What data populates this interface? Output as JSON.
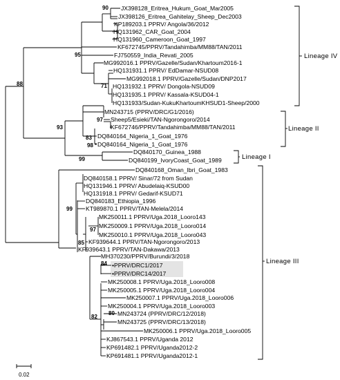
{
  "tips": [
    "JX398128_Eritrea_Hukum_Goat_Mar2005",
    "JX398126_Eritrea_Gahitelay_Sheep_Dec2003",
    "KP189203.1 PPRV/ Angola/36/2012",
    "HQ131962_CAR_Goat_2004",
    "HQ131960_Cameroon_Goat_1997",
    "KF672745/PPRV/Tandahimba/MM88/TAN/2011",
    "FJ750559_India_Revati_2005",
    "MG992016.1 PPRV/Gazelle/Sudan/Khartoum2016-1",
    "HQ131931.1 PPRV/ EdDamar-NSUD08",
    "MG992018.1 PPRV/Gazelle/Sudan/DNP2017",
    "HQ131932.1 PPRV/ Dongola-NSUD09",
    "HQ131935.1 PPRV/ Kassala-KSUD04-1",
    "HQ131933/Sudan-KukuKhartoumKHSUD1-Sheep/2000",
    "MN243715 (PPRV/DRC/G1/2016)",
    "Sheep5/Esieki/TAN-Ngorongoro/2014",
    "KF672746/PPRV/Tandahimba/MM88/TAN/2011",
    "DQ840164_Nigeria_1_Goat_1976",
    "DQ840164_Nigeria_1_Goat_1976",
    "DQ840170_Guinea_1988",
    "DQ840199_IvoryCoast_Goat_1989",
    "DQ840168_Oman_Ibri_Goat_1983",
    "DQ840158.1 PPRV/ Sinar/72 from Sudan",
    "HQ131946.1 PPRV/ Abudelaiq-KSUD00",
    "HQ131918.1 PPRV/ Gedarif-KSUD71",
    "DQ840183_Ethiopia_1996",
    "KT989870.1 PPRV/TAN-Melela/2014",
    "MK250011.1 PPRV/Uga.2018_Looro143",
    "MK250009.1 PPRV/Uga.2018_Looro014",
    "MK250010.1 PPRV/Uga.2018_Looro043",
    "KF939644.1 PPRV/TAN-Ngorongoro/2013",
    "KF939643.1 PPRV/TAN-Dakawa/2013",
    "MH370230/PPRV/Burundi/3/2018",
    "•PPRV/DRC1/2017",
    "•PPRV/DRC14/2017",
    "MK250008.1 PPRV/Uga.2018_Looro008",
    "MK250005.1 PPRV/Uga.2018_Looro004",
    "MK250007.1 PPRV/Uga.2018_Looro006",
    "MK250004.1 PPRV/Uga.2018_Looro003",
    "MN243724 (PPRV/DRC/12/2018)",
    "MN243725 (PPRV/DRC/13/2018)",
    "MK250006.1 PPRV/Uga.2018_Looro005",
    "KJ867543.1 PPRV/Uganda 2012",
    "KP691482.1 PPRV/Uganda2012-2",
    "KP691481.1 PPRV/Uganda2012-1"
  ],
  "bootstrap": [
    "90",
    "95",
    "88",
    "71",
    "93",
    "97",
    "83",
    "98",
    "99",
    "99",
    "97",
    "85",
    "84",
    "82",
    "80"
  ],
  "lineages": [
    "Lineage IV",
    "Lineage II",
    "Lineage I",
    "Lineage III"
  ],
  "scale_bar": "0.02",
  "highlight_color": "#e4e4e4"
}
